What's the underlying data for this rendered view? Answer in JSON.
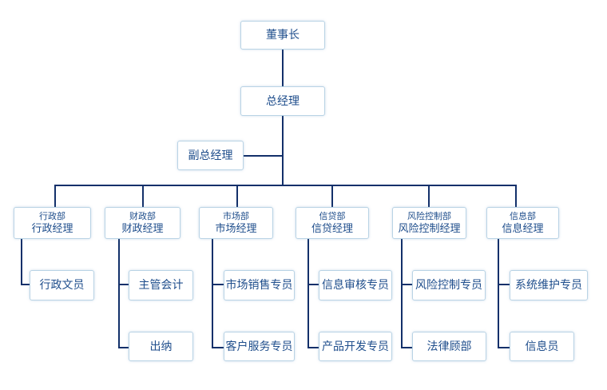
{
  "top": {
    "chairman": "董事长",
    "gm": "总经理",
    "deputy_gm": "副总经理"
  },
  "departments": [
    {
      "dept": "行政部",
      "manager": "行政经理",
      "staff": [
        "行政文员"
      ]
    },
    {
      "dept": "财政部",
      "manager": "财政经理",
      "staff": [
        "主管会计",
        "出纳"
      ]
    },
    {
      "dept": "市场部",
      "manager": "市场经理",
      "staff": [
        "市场销售专员",
        "客户服务专员"
      ]
    },
    {
      "dept": "信贷部",
      "manager": "信贷经理",
      "staff": [
        "信息审核专员",
        "产品开发专员"
      ]
    },
    {
      "dept": "风险控制部",
      "manager": "风险控制经理",
      "staff": [
        "风险控制专员",
        "法律顾部"
      ]
    },
    {
      "dept": "信息部",
      "manager": "信息经理",
      "staff": [
        "系统维护专员",
        "信息员"
      ]
    }
  ],
  "colors": {
    "line": "#13306a",
    "box_border": "#b9d3e5",
    "text": "#1f4e8c"
  }
}
